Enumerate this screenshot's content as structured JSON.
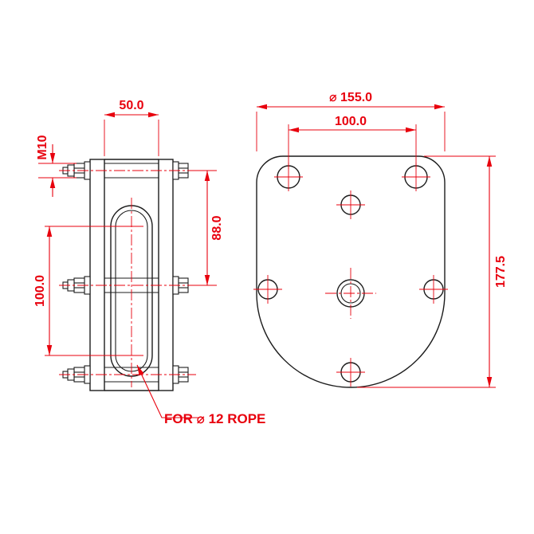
{
  "title": "Rope pulley block - 2 view technical drawing",
  "colors": {
    "line": "#1c1c1c",
    "dimension": "#e8000d",
    "background": "#ffffff"
  },
  "side_view": {
    "dims": {
      "width": "50.0",
      "thread": "M10",
      "span": "88.0",
      "centers": "100.0"
    },
    "note": "FOR ⌀ 12 ROPE"
  },
  "front_view": {
    "dims": {
      "diameter": "⌀ 155.0",
      "hole_spacing": "100.0",
      "height": "177.5"
    }
  }
}
